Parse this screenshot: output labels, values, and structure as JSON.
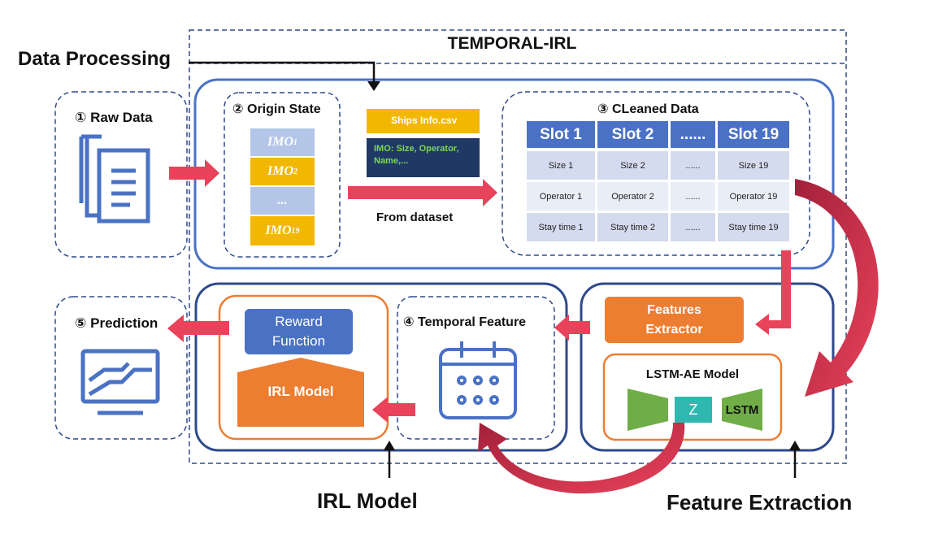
{
  "title": "TEMPORAL-IRL",
  "labels": {
    "data_processing": "Data Processing",
    "irl_model": "IRL Model",
    "feature_extraction": "Feature Extraction"
  },
  "raw_data": {
    "title": "① Raw Data"
  },
  "origin_state": {
    "title": "② Origin State",
    "items": [
      "IMO",
      "IMO",
      "...",
      "IMO"
    ],
    "subscripts": [
      "1",
      "2",
      "",
      "19"
    ]
  },
  "ships_info": {
    "file": "Ships Info.csv",
    "desc": "IMO:  Size, Operator, Name,..."
  },
  "from_dataset": "From dataset",
  "cleaned_data": {
    "title": "③ CLeaned Data",
    "headers": [
      "Slot 1",
      "Slot 2",
      "......",
      "Slot 19"
    ],
    "rows": [
      [
        "Size 1",
        "Size 2",
        "......",
        "Size 19"
      ],
      [
        "Operator 1",
        "Operator 2",
        "......",
        "Operator 19"
      ],
      [
        "Stay time 1",
        "Stay time 2",
        "......",
        "Stay time 19"
      ]
    ]
  },
  "prediction": {
    "title": "⑤ Prediction"
  },
  "irl_block": {
    "reward_line1": "Reward",
    "reward_line2": "Function",
    "irl_model": "IRL Model"
  },
  "temporal_feature": {
    "title": "④ Temporal Feature"
  },
  "features_extractor": {
    "line1": "Features",
    "line2": "Extractor"
  },
  "lstm_ae": {
    "title": "LSTM-AE Model",
    "z": "Z",
    "lstm": "LSTM"
  },
  "colors": {
    "border_blue": "#4a72c4",
    "dark_blue": "#2e4a8a",
    "orange": "#ed7d31",
    "gold": "#f2b700",
    "light_blue": "#b4c6e7",
    "arrow_red": "#e8435a",
    "green": "#70ad47",
    "teal": "#2fb8b0"
  }
}
